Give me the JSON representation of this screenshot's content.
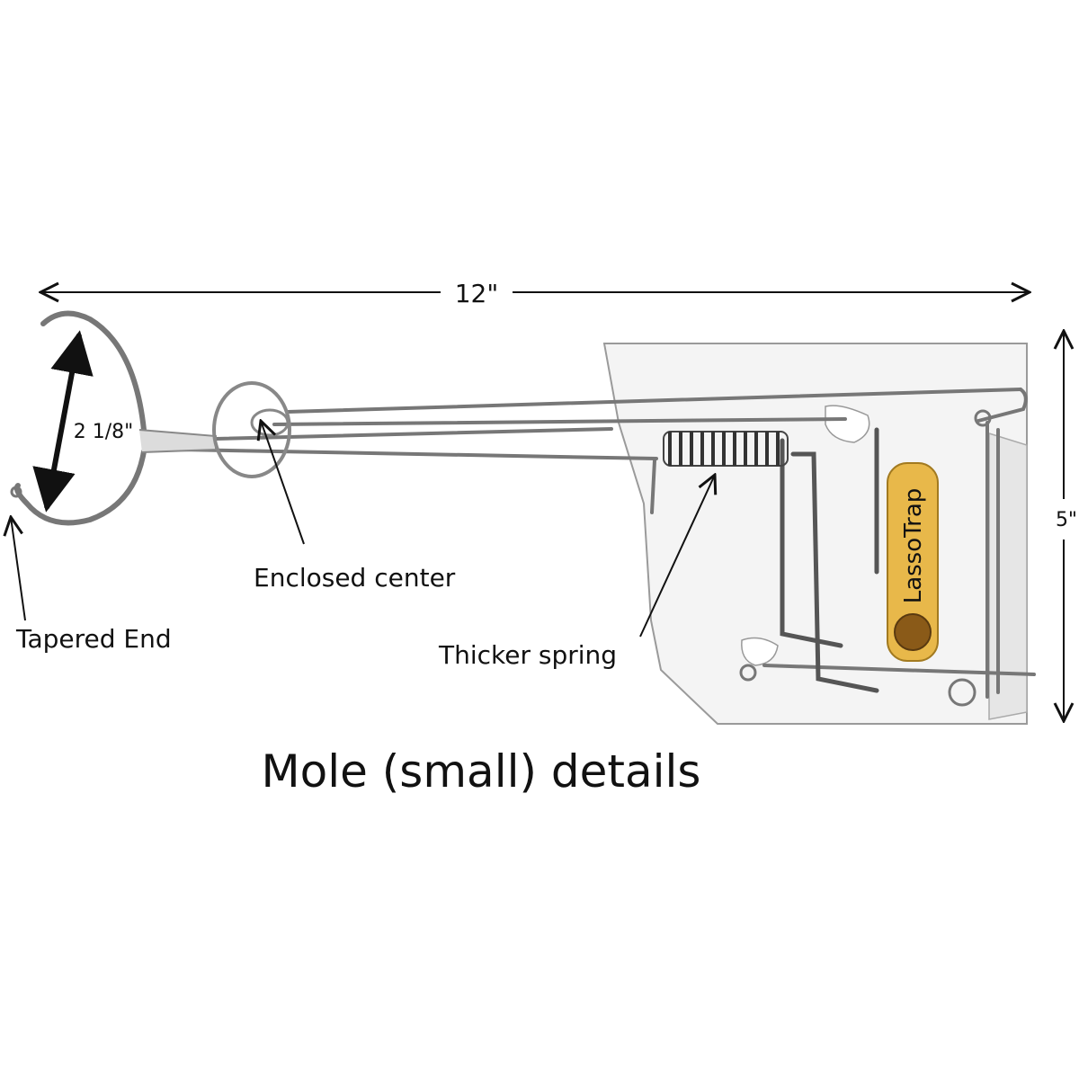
{
  "diagram": {
    "title": "Mole (small) details",
    "dimensions": {
      "length": "12\"",
      "height": "5\"",
      "loop_width": "2 1/8\""
    },
    "callouts": {
      "tapered_end": "Tapered End",
      "enclosed_center": "Enclosed center",
      "thicker_spring": "Thicker spring"
    },
    "logo": {
      "text": "LassoTrap"
    },
    "colors": {
      "background": "#ffffff",
      "ink": "#111111",
      "metal": "#777777",
      "plate": "#f4f4f4",
      "logo_bg": "#e8b84a"
    }
  }
}
